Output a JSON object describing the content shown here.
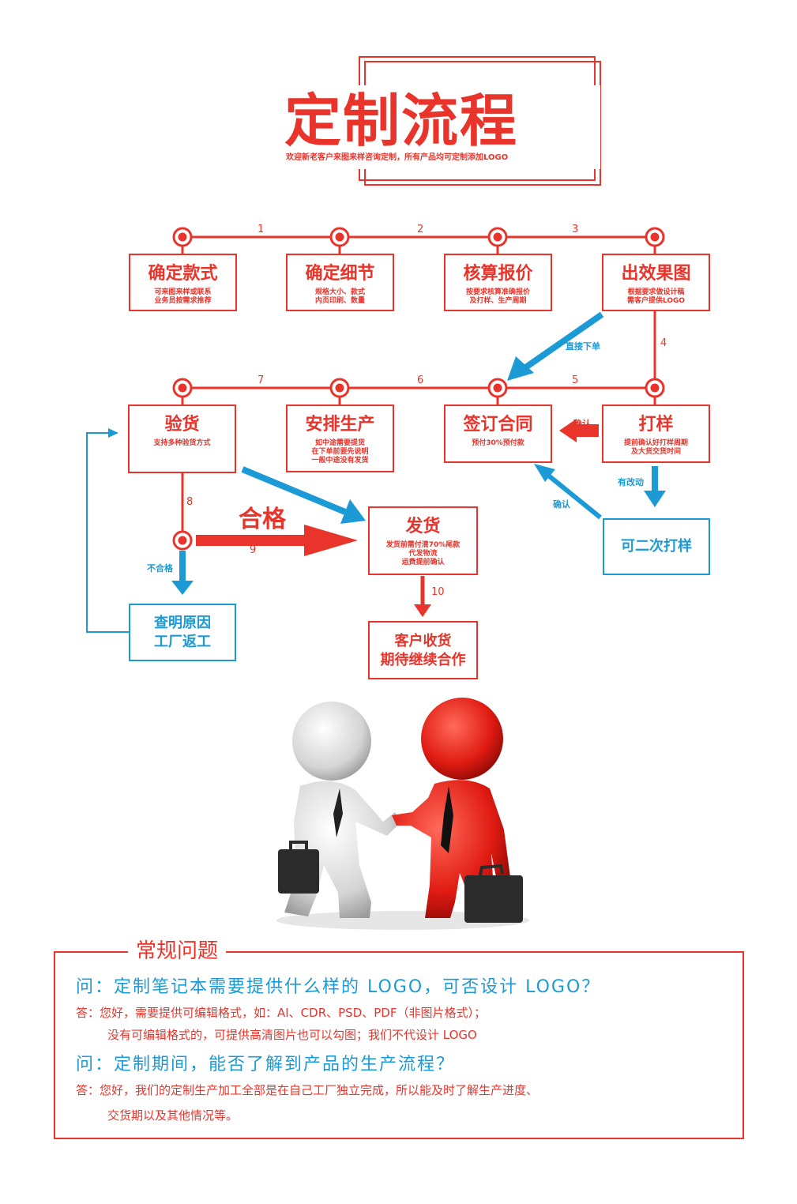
{
  "header": {
    "title": "定制流程",
    "subtitle": "欢迎新老客户来图来样咨询定制，所有产品均可定制添加LOGO"
  },
  "steps": [
    {
      "title": "确定款式",
      "desc": "可来图来样或联系\n业务员按需求推荐"
    },
    {
      "title": "确定细节",
      "desc": "规格大小、款式\n内页印刷、数量"
    },
    {
      "title": "核算报价",
      "desc": "按要求核算准确报价\n及打样、生产周期"
    },
    {
      "title": "出效果图",
      "desc": "根据要求做设计稿\n需客户提供LOGO"
    },
    {
      "title": "打样",
      "desc": "提前确认好打样周期\n及大货交货时间"
    },
    {
      "title": "签订合同",
      "desc": "预付30%预付款"
    },
    {
      "title": "安排生产",
      "desc": "如中途需要提货\n在下单前要先说明\n一般中途没有发货"
    },
    {
      "title": "验货",
      "desc": "支持多种验货方式"
    },
    {
      "title": "发货",
      "desc": "发货前需付清70%尾款\n代发物流\n运费提前确认"
    },
    {
      "title": "",
      "desc": "客户收货\n期待继续合作"
    },
    {
      "title": "",
      "desc": "可二次打样"
    },
    {
      "title": "",
      "desc": "查明原因\n工厂返工"
    }
  ],
  "step_numbers": [
    "1",
    "2",
    "3",
    "4",
    "5",
    "6",
    "7",
    "8",
    "9",
    "10"
  ],
  "labels": {
    "direct_order": "直接下单",
    "confirm_1": "确认",
    "confirm_2": "确认",
    "has_changes": "有改动",
    "pass": "合格",
    "fail": "不合格"
  },
  "faq": {
    "title": "常规问题",
    "items": [
      {
        "q": "问：定制笔记本需要提供什么样的 LOGO，可否设计 LOGO？",
        "a1": "答：您好，需要提供可编辑格式，如：AI、CDR、PSD、PDF（非图片格式）；",
        "a2": "没有可编辑格式的，可提供高清图片也可以勾图；我们不代设计 LOGO"
      },
      {
        "q": "问：定制期间，能否了解到产品的生产流程？",
        "a1": "答：您好，我们的定制生产加工全部是在自己工厂独立完成，所以能及时了解生产进度、",
        "a2": "交货期以及其他情况等。"
      }
    ]
  },
  "colors": {
    "red": "#e8342b",
    "blue": "#1b9ad6",
    "line": "#e8342b"
  },
  "illustration": "two-figures-handshake"
}
